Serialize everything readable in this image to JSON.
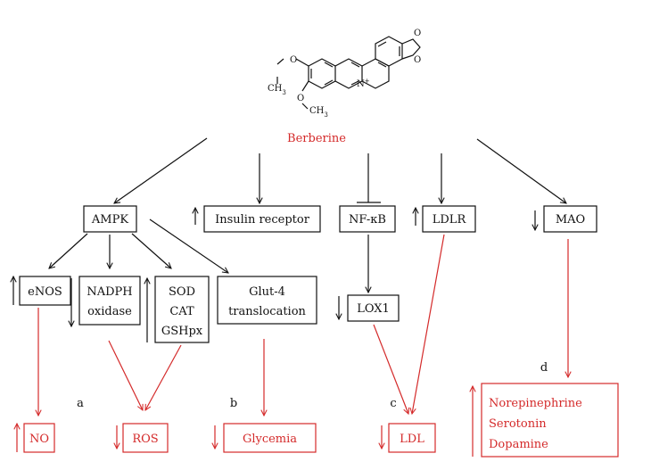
{
  "molecule": {
    "name": "Berberine",
    "atoms": {
      "o1": "O",
      "o2": "O",
      "o3": "O",
      "o4": "O",
      "n": "N",
      "charge": "+",
      "ch3_a": "CH",
      "ch3_b": "CH",
      "sub3": "3"
    }
  },
  "nodes": {
    "ampk": "AMPK",
    "insulin": "Insulin receptor",
    "nfkb": "NF-κB",
    "ldlr": "LDLR",
    "mao": "MAO",
    "enos": "eNOS",
    "nadph_1": "NADPH",
    "nadph_2": "oxidase",
    "sod": "SOD",
    "cat": "CAT",
    "gshpx": "GSHpx",
    "glut_1": "Glut-4",
    "glut_2": "translocation",
    "lox1": "LOX1"
  },
  "outcomes": {
    "no": "NO",
    "ros": "ROS",
    "glycemia": "Glycemia",
    "ldl": "LDL",
    "norepinephrine": "Norepinephrine",
    "serotonin": "Serotonin",
    "dopamine": "Dopamine"
  },
  "panel_labels": {
    "a": "a",
    "b": "b",
    "c": "c",
    "d": "d"
  },
  "colors": {
    "black": "#111111",
    "red": "#d42a2a"
  }
}
